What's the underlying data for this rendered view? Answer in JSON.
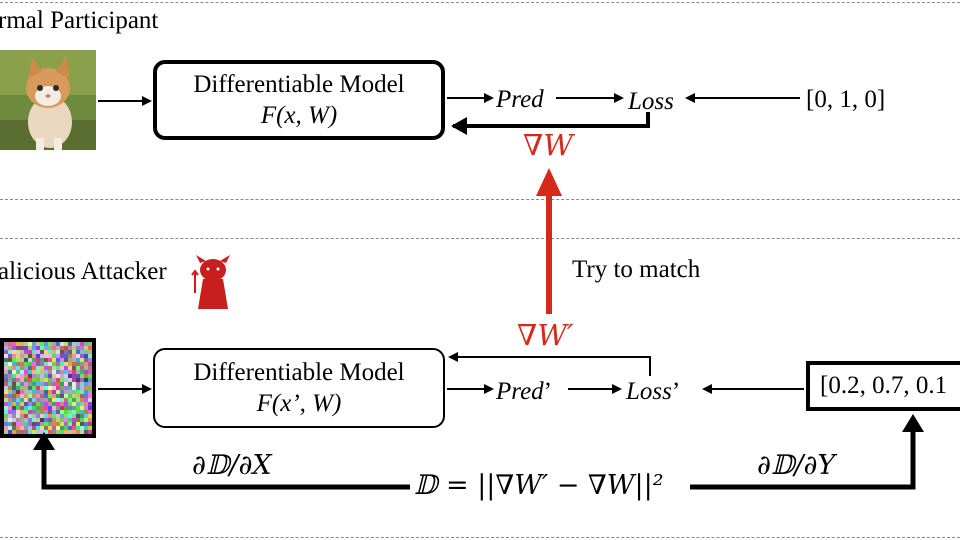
{
  "top": {
    "title": "rmal Participant",
    "model_line1": "Differentiable Model",
    "model_line2": "F(x, W)",
    "pred": "Pred",
    "loss": "Loss",
    "label_vector": "[0, 1, 0]",
    "grad_label": "∇W"
  },
  "middle": {
    "match_text": "Try to match"
  },
  "bottom": {
    "title": "alicious Attacker",
    "model_line1": "Differentiable Model",
    "model_line2": "F(x’, W)",
    "pred": "Pred",
    "pred_prime": "’",
    "loss": "Loss",
    "loss_prime": "’",
    "label_vector": "[0.2, 0.7, 0.1",
    "grad_label": "∇W′",
    "dx_label": "∂𝔻/∂X",
    "dy_label": "∂𝔻/∂Y",
    "distance": "𝔻 = ||∇W′ − ∇W||²"
  },
  "colors": {
    "accent_red": "#d32a1a"
  }
}
